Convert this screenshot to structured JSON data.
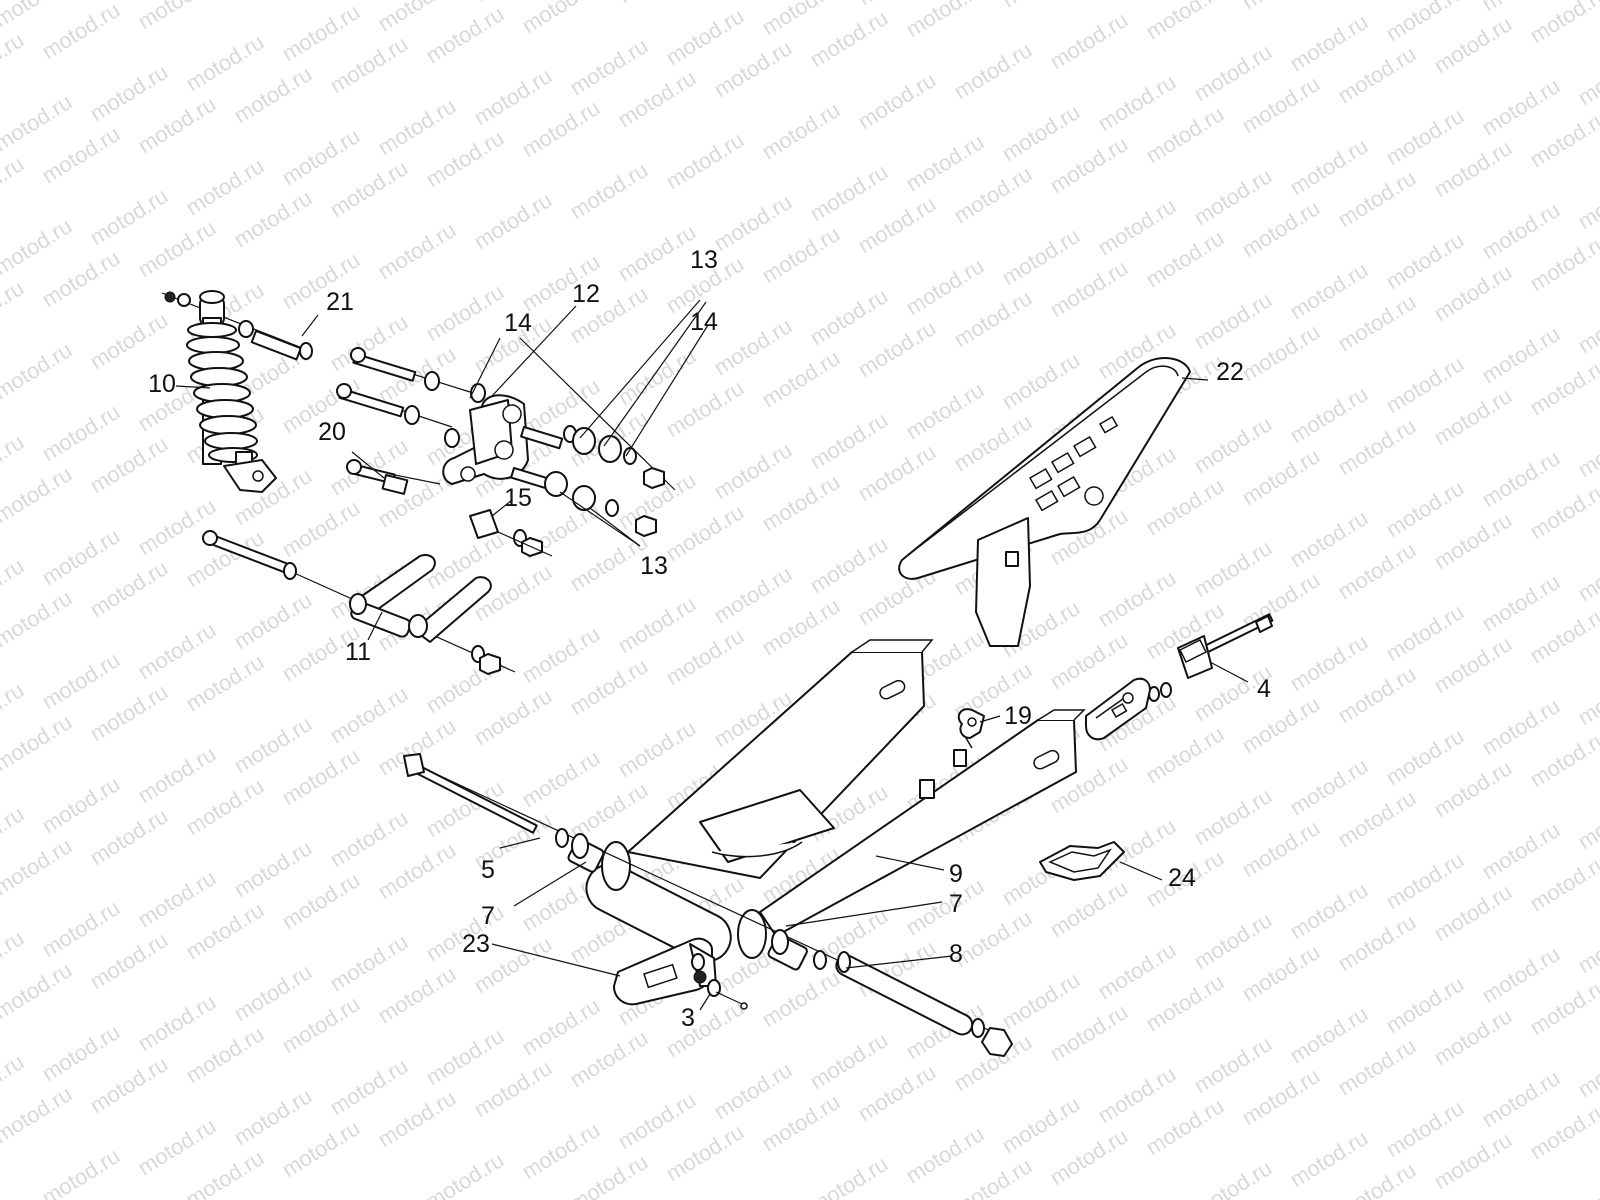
{
  "watermark": "motod.ru",
  "callouts": {
    "c3": "3",
    "c4": "4",
    "c5": "5",
    "c7a": "7",
    "c7b": "7",
    "c8": "8",
    "c9": "9",
    "c10": "10",
    "c11": "11",
    "c12": "12",
    "c13a": "13",
    "c13b": "13",
    "c14a": "14",
    "c14b": "14",
    "c15": "15",
    "c19": "19",
    "c20": "20",
    "c21": "21",
    "c22": "22",
    "c23": "23",
    "c24": "24"
  }
}
